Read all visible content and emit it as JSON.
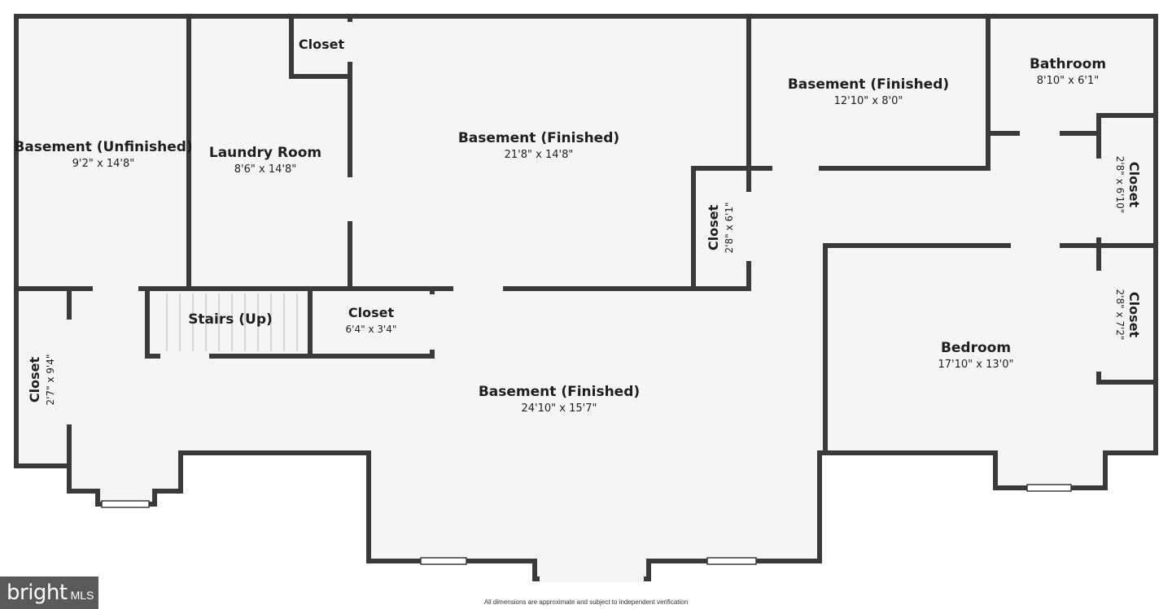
{
  "rooms": {
    "basement_unfinished": {
      "name": "Basement (Unfinished)",
      "dims": "9'2\" x 14'8\""
    },
    "laundry_room": {
      "name": "Laundry Room",
      "dims": "8'6\" x 14'8\""
    },
    "closet_top": {
      "name": "Closet"
    },
    "basement_finished_large_top": {
      "name": "Basement (Finished)",
      "dims": "21'8\" x 14'8\""
    },
    "basement_finished_top_right": {
      "name": "Basement (Finished)",
      "dims": "12'10\" x 8'0\""
    },
    "bathroom": {
      "name": "Bathroom",
      "dims": "8'10\" x 6'1\""
    },
    "closet_vertical_mid": {
      "name": "Closet",
      "dims": "2'8\" x 6'1\""
    },
    "closet_right_top": {
      "name": "Closet",
      "dims": "2'8\" x 6'10\""
    },
    "closet_right_bottom": {
      "name": "Closet",
      "dims": "2'8\" x 7'2\""
    },
    "stairs": {
      "name": "Stairs (Up)"
    },
    "closet_small": {
      "name": "Closet",
      "dims": "6'4\" x 3'4\""
    },
    "closet_left": {
      "name": "Closet",
      "dims": "2'7\" x 9'4\""
    },
    "basement_finished_main": {
      "name": "Basement (Finished)",
      "dims": "24'10\" x 15'7\""
    },
    "bedroom": {
      "name": "Bedroom",
      "dims": "17'10\" x 13'0\""
    }
  },
  "logo": {
    "word": "bright",
    "suffix": "MLS"
  },
  "footer": {
    "note": "All dimensions are approximate and subject to independent verification"
  },
  "colors": {
    "wall": "#3a3a3a",
    "floor": "#f5f5f5",
    "logo_bg": "#5a5a5a"
  }
}
